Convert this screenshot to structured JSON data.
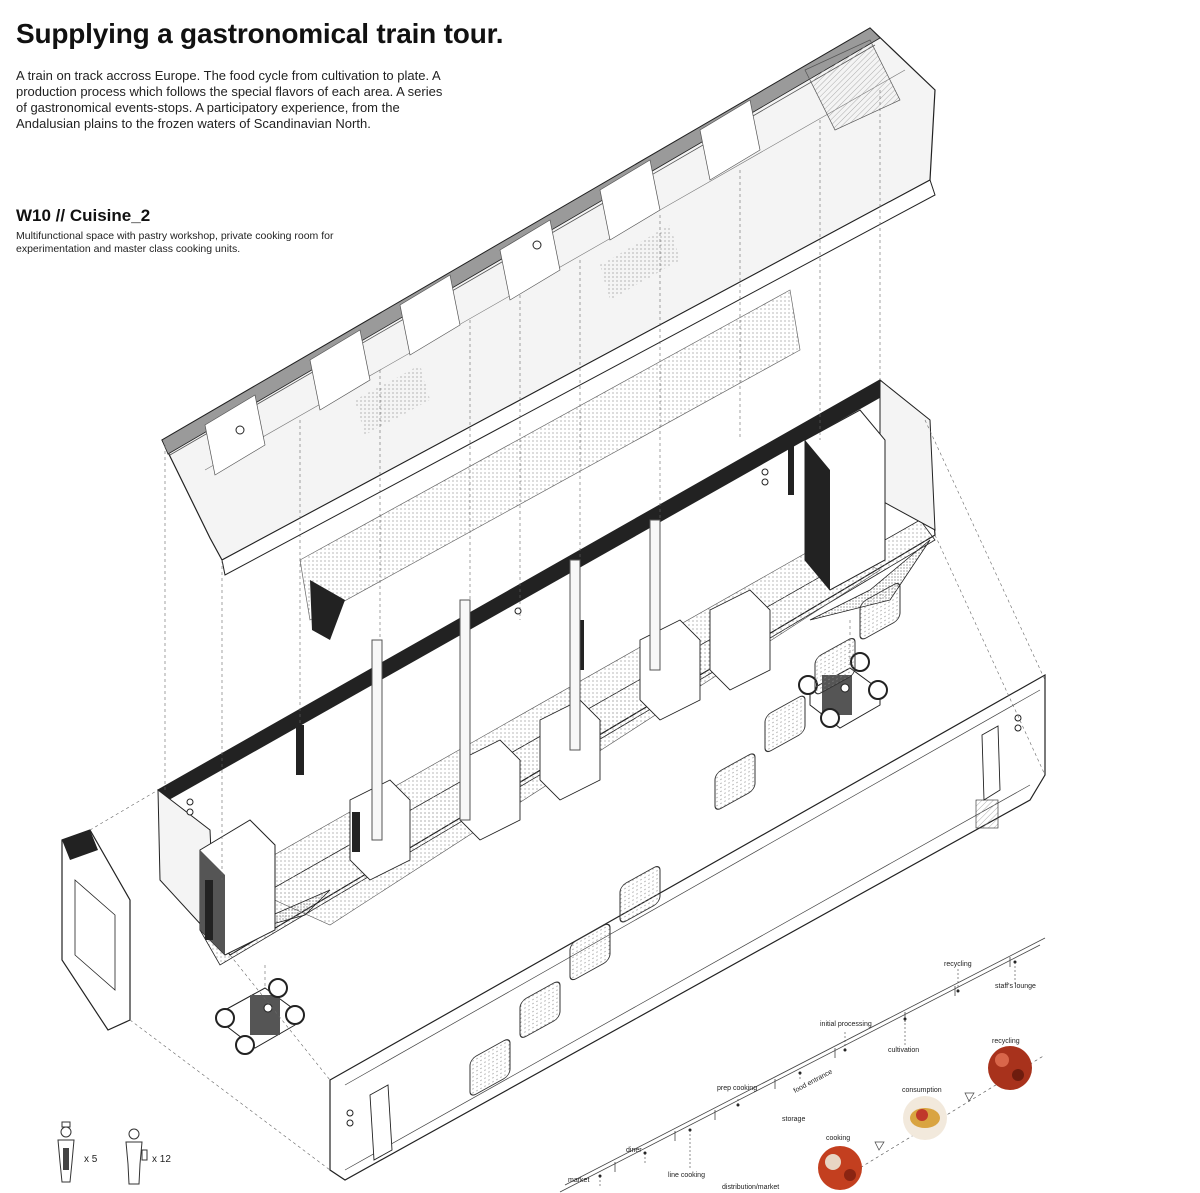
{
  "header": {
    "title": "Supplying a gastronomical train tour.",
    "intro": "A train on track accross Europe. The food cycle from cultivation to plate. A production process which follows the special flavors of each area. A series of gastronomical events-stops. A participatory experience, from the Andalusian plains to the frozen waters of Scandinavian North."
  },
  "section": {
    "title": "W10 // Cuisine_2",
    "description": "Multifunctional space with pastry workshop, private cooking room for experimentation and master class cooking units."
  },
  "flow_labels": {
    "recycling": "recycling",
    "staffs_lounge": "staff's lounge",
    "initial_processing": "initial processing",
    "cultivation": "cultivation",
    "prep_cooking": "prep cooking",
    "food_entrance": "food entrance",
    "storage": "storage",
    "diner": "diner",
    "market": "market",
    "line_cooking": "line cooking",
    "distribution_market": "distribution/market"
  },
  "cycle_labels": {
    "recycling": "recycling",
    "consumption": "consumption",
    "cooking": "cooking"
  },
  "people": {
    "chefs_count": "x 5",
    "visitors_count": "x 12"
  }
}
